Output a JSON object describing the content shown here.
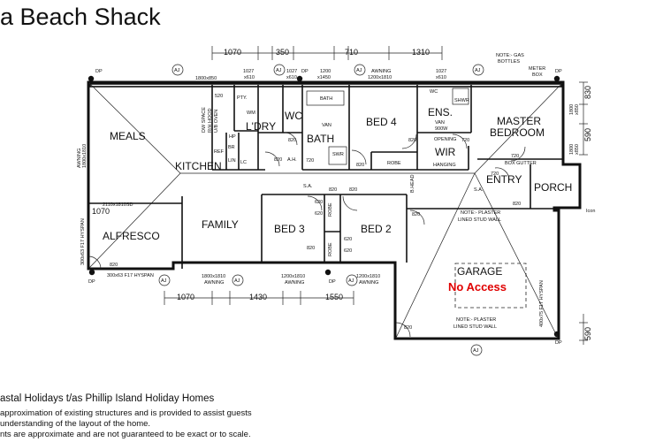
{
  "title": "a Beach Shack",
  "footer": {
    "line1": "astal Holidays t/as Phillip Island Holiday Homes",
    "line2": "approximation of existing structures and is provided to assist guests",
    "line3": "understanding of the layout of the home.",
    "line4": "nts are approximate and are not guaranteed to be exact or to scale."
  },
  "rooms": {
    "meals": "MEALS",
    "kitchen": "KITCHEN",
    "ldry": "L'DRY",
    "wc": "WC",
    "bath": "BATH",
    "bed4": "BED 4",
    "ens": "ENS.",
    "wir": "WIR",
    "master_line1": "MASTER",
    "master_line2": "BEDROOM",
    "entry": "ENTRY",
    "porch": "PORCH",
    "family": "FAMILY",
    "bed3": "BED 3",
    "bed2": "BED 2",
    "alfresco": "ALFRESCO",
    "garage": "GARAGE",
    "no_access": "No Access"
  },
  "dims_top": [
    "1070",
    "350",
    "710",
    "1310"
  ],
  "dims_bottom": [
    "1070",
    "1430",
    "1550"
  ],
  "dims_side": [
    "830",
    "590",
    "590"
  ],
  "labels": {
    "dp": "DP",
    "aj": "AJ",
    "sa": "S.A.",
    "robe": "ROBE",
    "hanging": "HANGING",
    "box_gutter": "BOX GUTTER",
    "b_head": "B.HEAD",
    "opening": "OPENING",
    "van": "VAN",
    "van_900": "900W",
    "shwr": "SHWR",
    "wc_small": "WC",
    "ah": "A.H.",
    "dw_space": "DW SPACE",
    "rh_hood": "R/H HOOD",
    "ub_oven": "U/B OVEN",
    "pty": "PTY.",
    "wm": "WM",
    "br": "BR",
    "lin": "LIN",
    "ref": "REF",
    "hp": "HP",
    "lc": "LC",
    "bath_small": "BATH",
    "swr": "SWR",
    "icon": "Icon"
  },
  "notes": {
    "gas": "NOTE:- GAS",
    "gas2": "BOTTLES",
    "meter": "METER",
    "meter2": "BOX",
    "plaster1a": "NOTE:- PLASTER",
    "plaster1b": "LINED STUD WALL",
    "plaster2a": "NOTE:- PLASTER",
    "plaster2b": "LINED STUD WALL"
  },
  "windows": {
    "w1": "1800x850",
    "w2": "1027",
    "w2b": "x610",
    "w3": "1027",
    "w3b": "x610",
    "w4": "1200",
    "w4b": "x1450",
    "w5": "AWNING",
    "w5b": "1200x1810",
    "w6": "1027",
    "w6b": "x610",
    "side1": "AWNING",
    "side1b": "1800x1810",
    "side2": "1800",
    "side2b": "x850",
    "side3": "1800",
    "side3b": "x850",
    "b1": "2110x1810SD",
    "b2": "1800x1810",
    "b2b": "AWNING",
    "b3": "1200x1810",
    "b3b": "AWNING",
    "b4": "1200x1810",
    "b4b": "AWNING",
    "hyspan1": "300x63 F17 HYSPAN",
    "hyspan2": "300x63 F17 HYSPAN",
    "hyspan3": "400x75 F17 HYSPAN",
    "dim1070": "1070"
  },
  "doors": [
    "520",
    "820",
    "820",
    "820",
    "820",
    "720",
    "720",
    "720",
    "720",
    "820",
    "820",
    "820",
    "620",
    "620",
    "620",
    "620",
    "820",
    "820",
    "820",
    "820"
  ]
}
